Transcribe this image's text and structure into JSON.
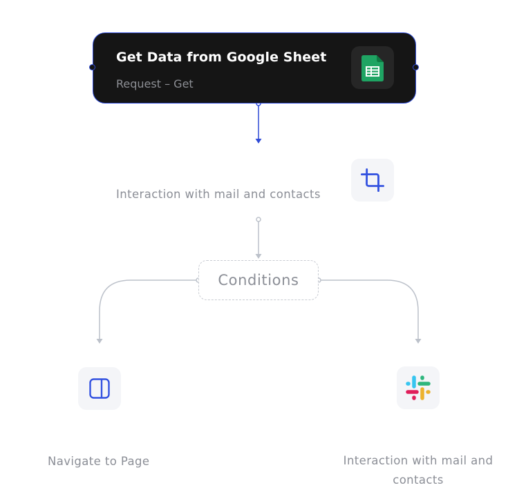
{
  "main_node": {
    "title": "Get Data from Google Sheet",
    "subtitle": "Request – Get",
    "icon": "google-sheets-icon"
  },
  "interaction_node": {
    "label": "Interaction with mail and contacts",
    "icon": "crop-icon"
  },
  "conditions_node": {
    "label": "Conditions"
  },
  "left_branch": {
    "label": "Navigate to Page",
    "icon": "sidebar-panel-icon"
  },
  "right_branch": {
    "label": "Interaction with mail and contacts",
    "icon": "slack-icon"
  },
  "colors": {
    "node_bg": "#151515",
    "accent_blue": "#2f4bd6",
    "connector_gray": "#bcc1ca",
    "label_gray": "#8b8e96",
    "sheets_green": "#1fa463",
    "tile_bg": "#f4f5f8"
  }
}
